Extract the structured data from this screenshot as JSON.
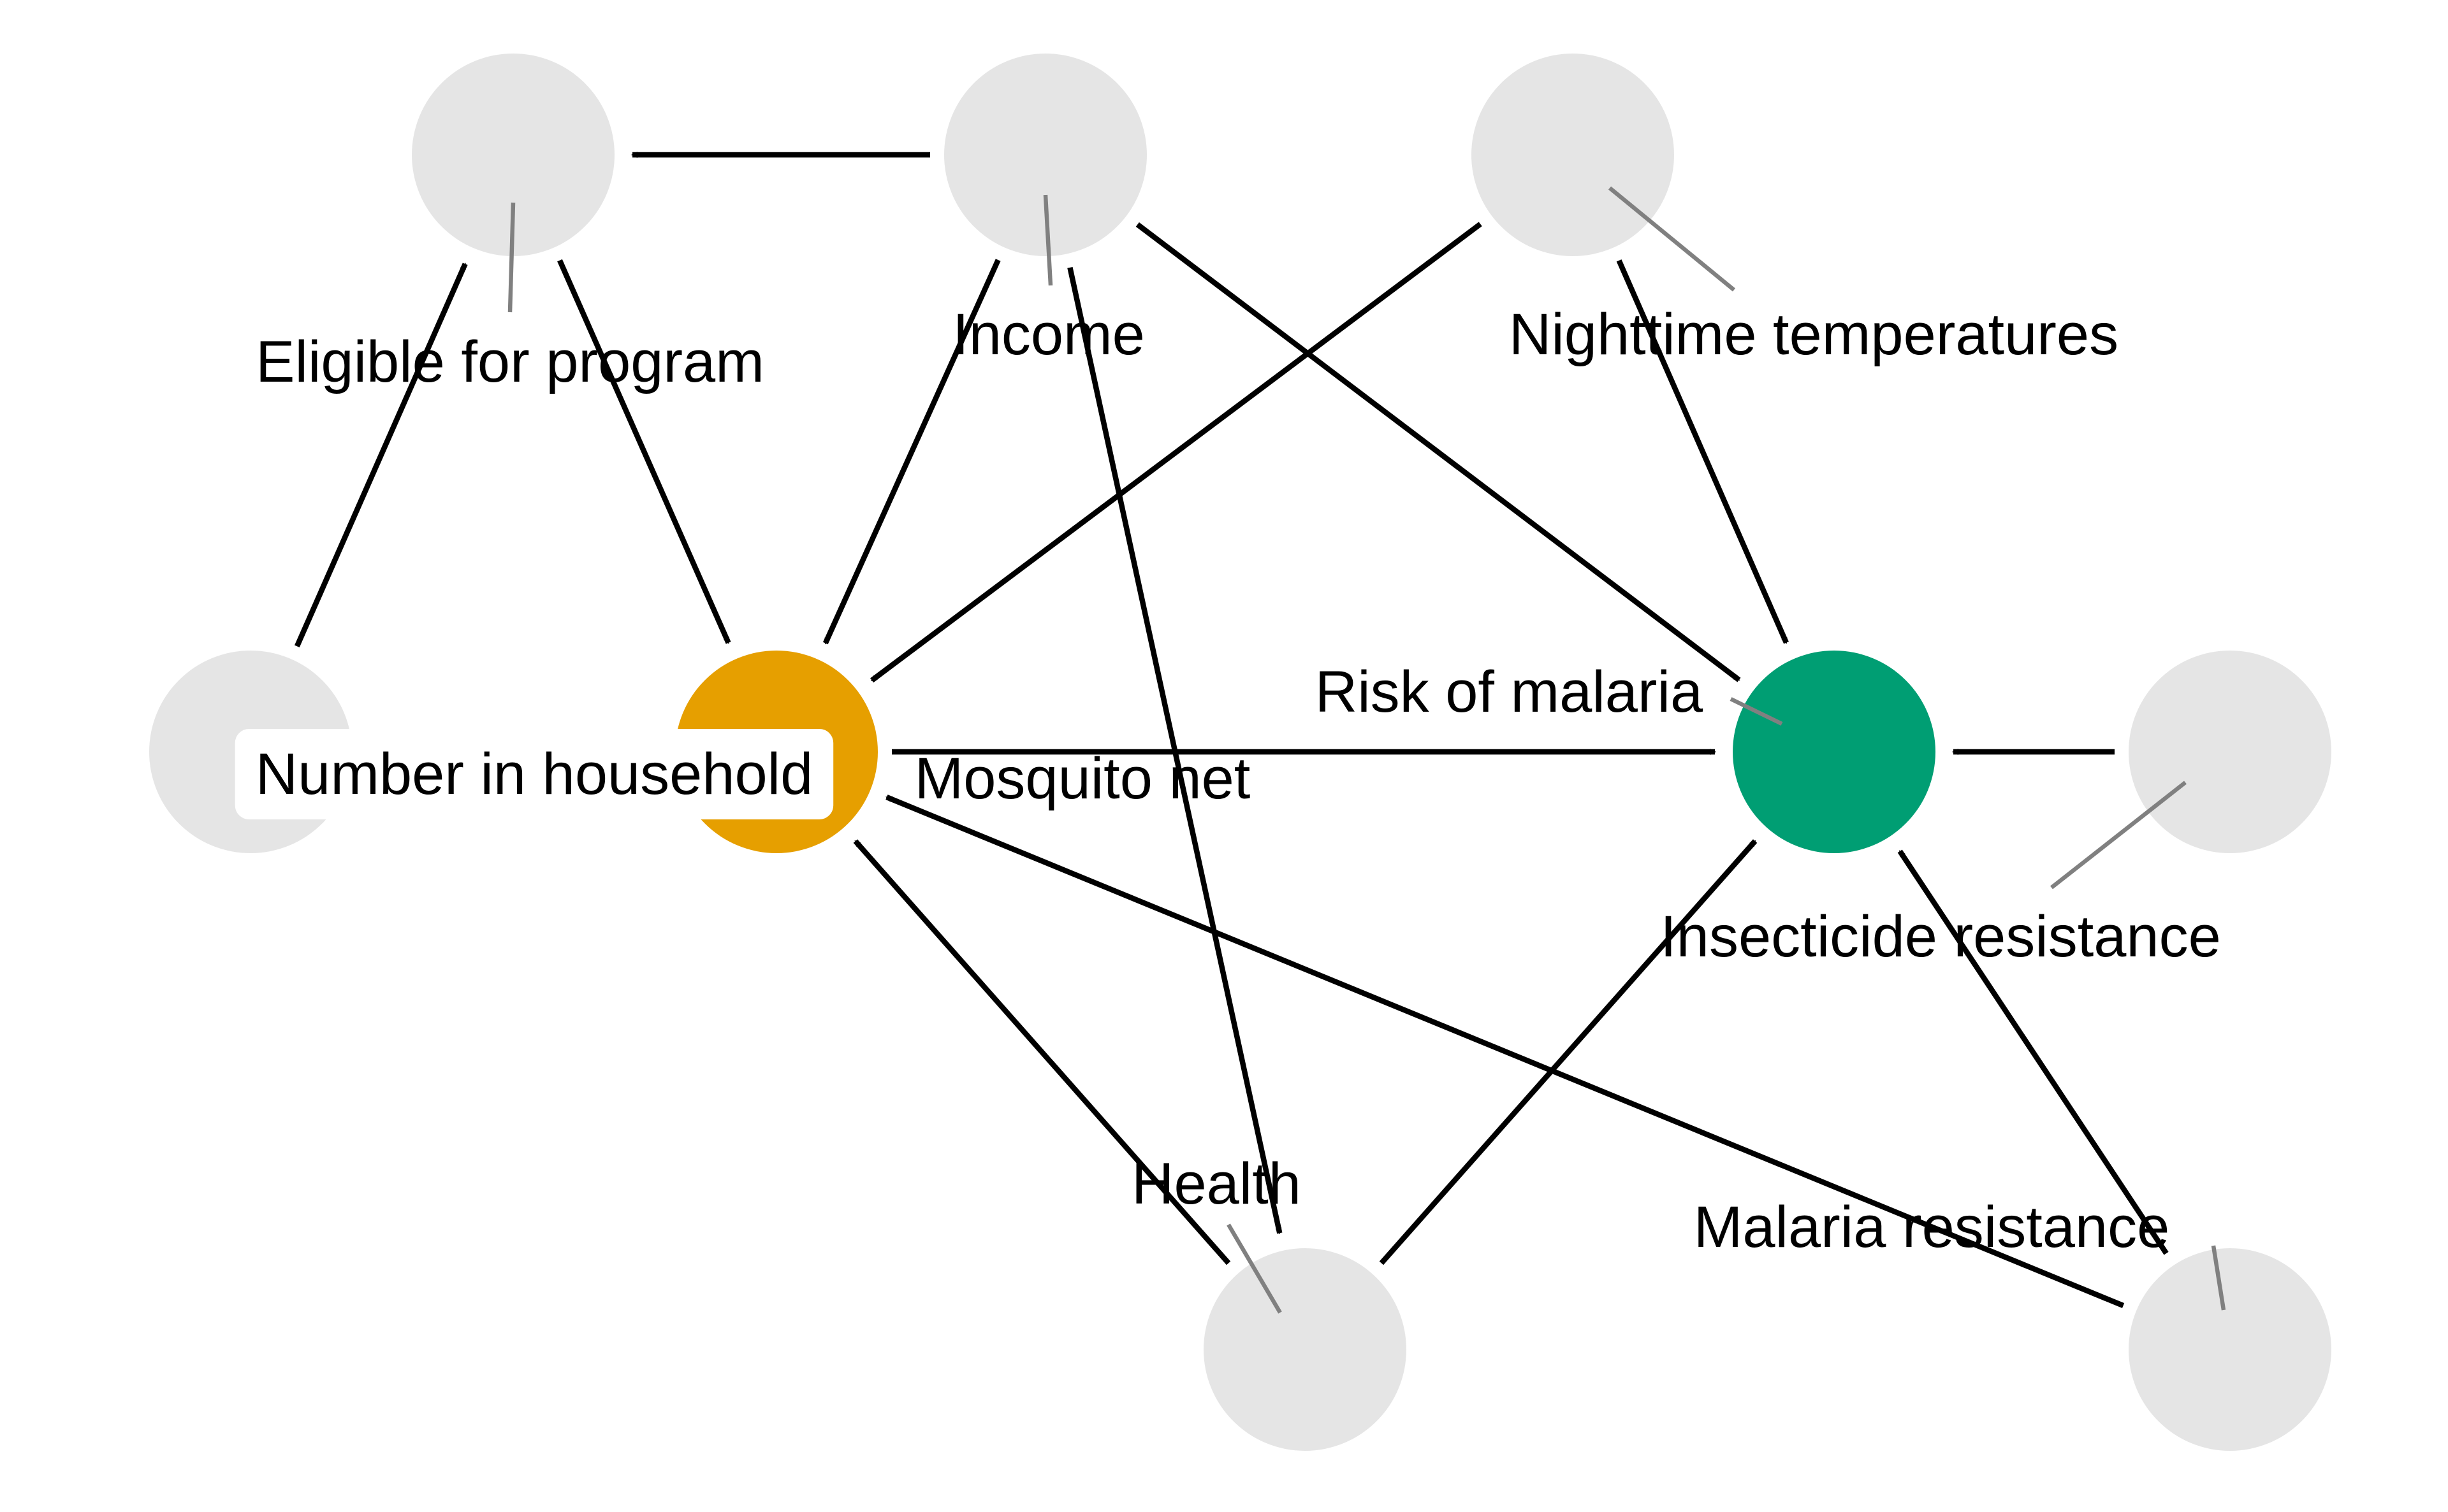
{
  "colors": {
    "background": "#ffffff",
    "node_default": "#e5e5e5",
    "exposure": "#e69f00",
    "outcome": "#009e73",
    "edge": "#000000",
    "leader_line": "#808080"
  },
  "diagram": {
    "type": "directed acyclic graph",
    "nodes": [
      {
        "id": "eligible",
        "label": "Eligible for program",
        "role": "other"
      },
      {
        "id": "income",
        "label": "Income",
        "role": "other"
      },
      {
        "id": "temps",
        "label": "Nighttime temperatures",
        "role": "other"
      },
      {
        "id": "household",
        "label": "Number in household",
        "role": "other"
      },
      {
        "id": "net",
        "label": "Mosquito net",
        "role": "exposure"
      },
      {
        "id": "malaria",
        "label": "Risk of malaria",
        "role": "outcome"
      },
      {
        "id": "insecticide",
        "label": "Insecticide resistance",
        "role": "other"
      },
      {
        "id": "health",
        "label": "Health",
        "role": "other"
      },
      {
        "id": "resistance",
        "label": "Malaria resistance",
        "role": "other"
      }
    ],
    "edges": [
      {
        "from": "income",
        "to": "eligible"
      },
      {
        "from": "eligible",
        "to": "net"
      },
      {
        "from": "household",
        "to": "eligible"
      },
      {
        "from": "income",
        "to": "net"
      },
      {
        "from": "income",
        "to": "malaria"
      },
      {
        "from": "income",
        "to": "health"
      },
      {
        "from": "temps",
        "to": "net"
      },
      {
        "from": "temps",
        "to": "malaria"
      },
      {
        "from": "net",
        "to": "malaria"
      },
      {
        "from": "insecticide",
        "to": "malaria"
      },
      {
        "from": "health",
        "to": "net"
      },
      {
        "from": "health",
        "to": "malaria"
      },
      {
        "from": "resistance",
        "to": "net"
      },
      {
        "from": "resistance",
        "to": "malaria"
      }
    ]
  }
}
